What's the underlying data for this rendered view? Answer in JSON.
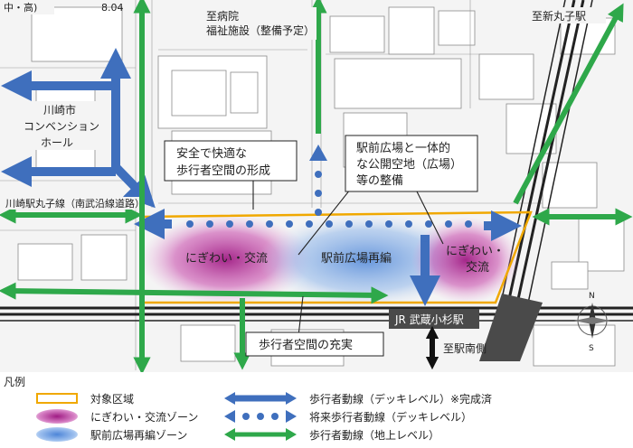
{
  "map": {
    "labels": {
      "corner": "中・高)",
      "elevation": "8.04",
      "hospital_line1": "至病院",
      "hospital_line2": "福祉施設（整備予定）",
      "shin_maruko": "至新丸子駅",
      "convention_line1": "川崎市",
      "convention_line2": "コンベンション",
      "convention_line3": "ホール",
      "road": "川崎駅丸子線（南武沿線道路）",
      "station": "JR 武蔵小杉駅",
      "south_exit": "至駅南側",
      "compass_n": "N",
      "compass_s": "S"
    },
    "zones": {
      "nigiwai_left": "にぎわい・交流",
      "ekimae": "駅前広場再編",
      "nigiwai_right_line1": "にぎわい・",
      "nigiwai_right_line2": "交流"
    },
    "callouts": {
      "safety_line1": "安全で快適な",
      "safety_line2": "歩行者空間の形成",
      "plaza_line1": "駅前広場と一体的",
      "plaza_line2": "な公開空地（広場）",
      "plaza_line3": "等の整備",
      "pedestrian": "歩行者空間の充実"
    }
  },
  "legend": {
    "title": "凡例",
    "items": {
      "target_area": "対象区域",
      "nigiwai_zone": "にぎわい・交流ゾーン",
      "ekimae_zone": "駅前広場再編ゾーン",
      "deck_line": "歩行者動線（デッキレベル）※完成済",
      "future_deck_line": "将来歩行者動線（デッキレベル）",
      "ground_line": "歩行者動線（地上レベル）"
    }
  },
  "colors": {
    "deck_blue": "#3f6fbd",
    "ground_green": "#2ea84a",
    "target_orange": "#f0a800",
    "nigiwai_magenta": "#b0208a",
    "ekimae_blue": "#5a8ed6"
  }
}
